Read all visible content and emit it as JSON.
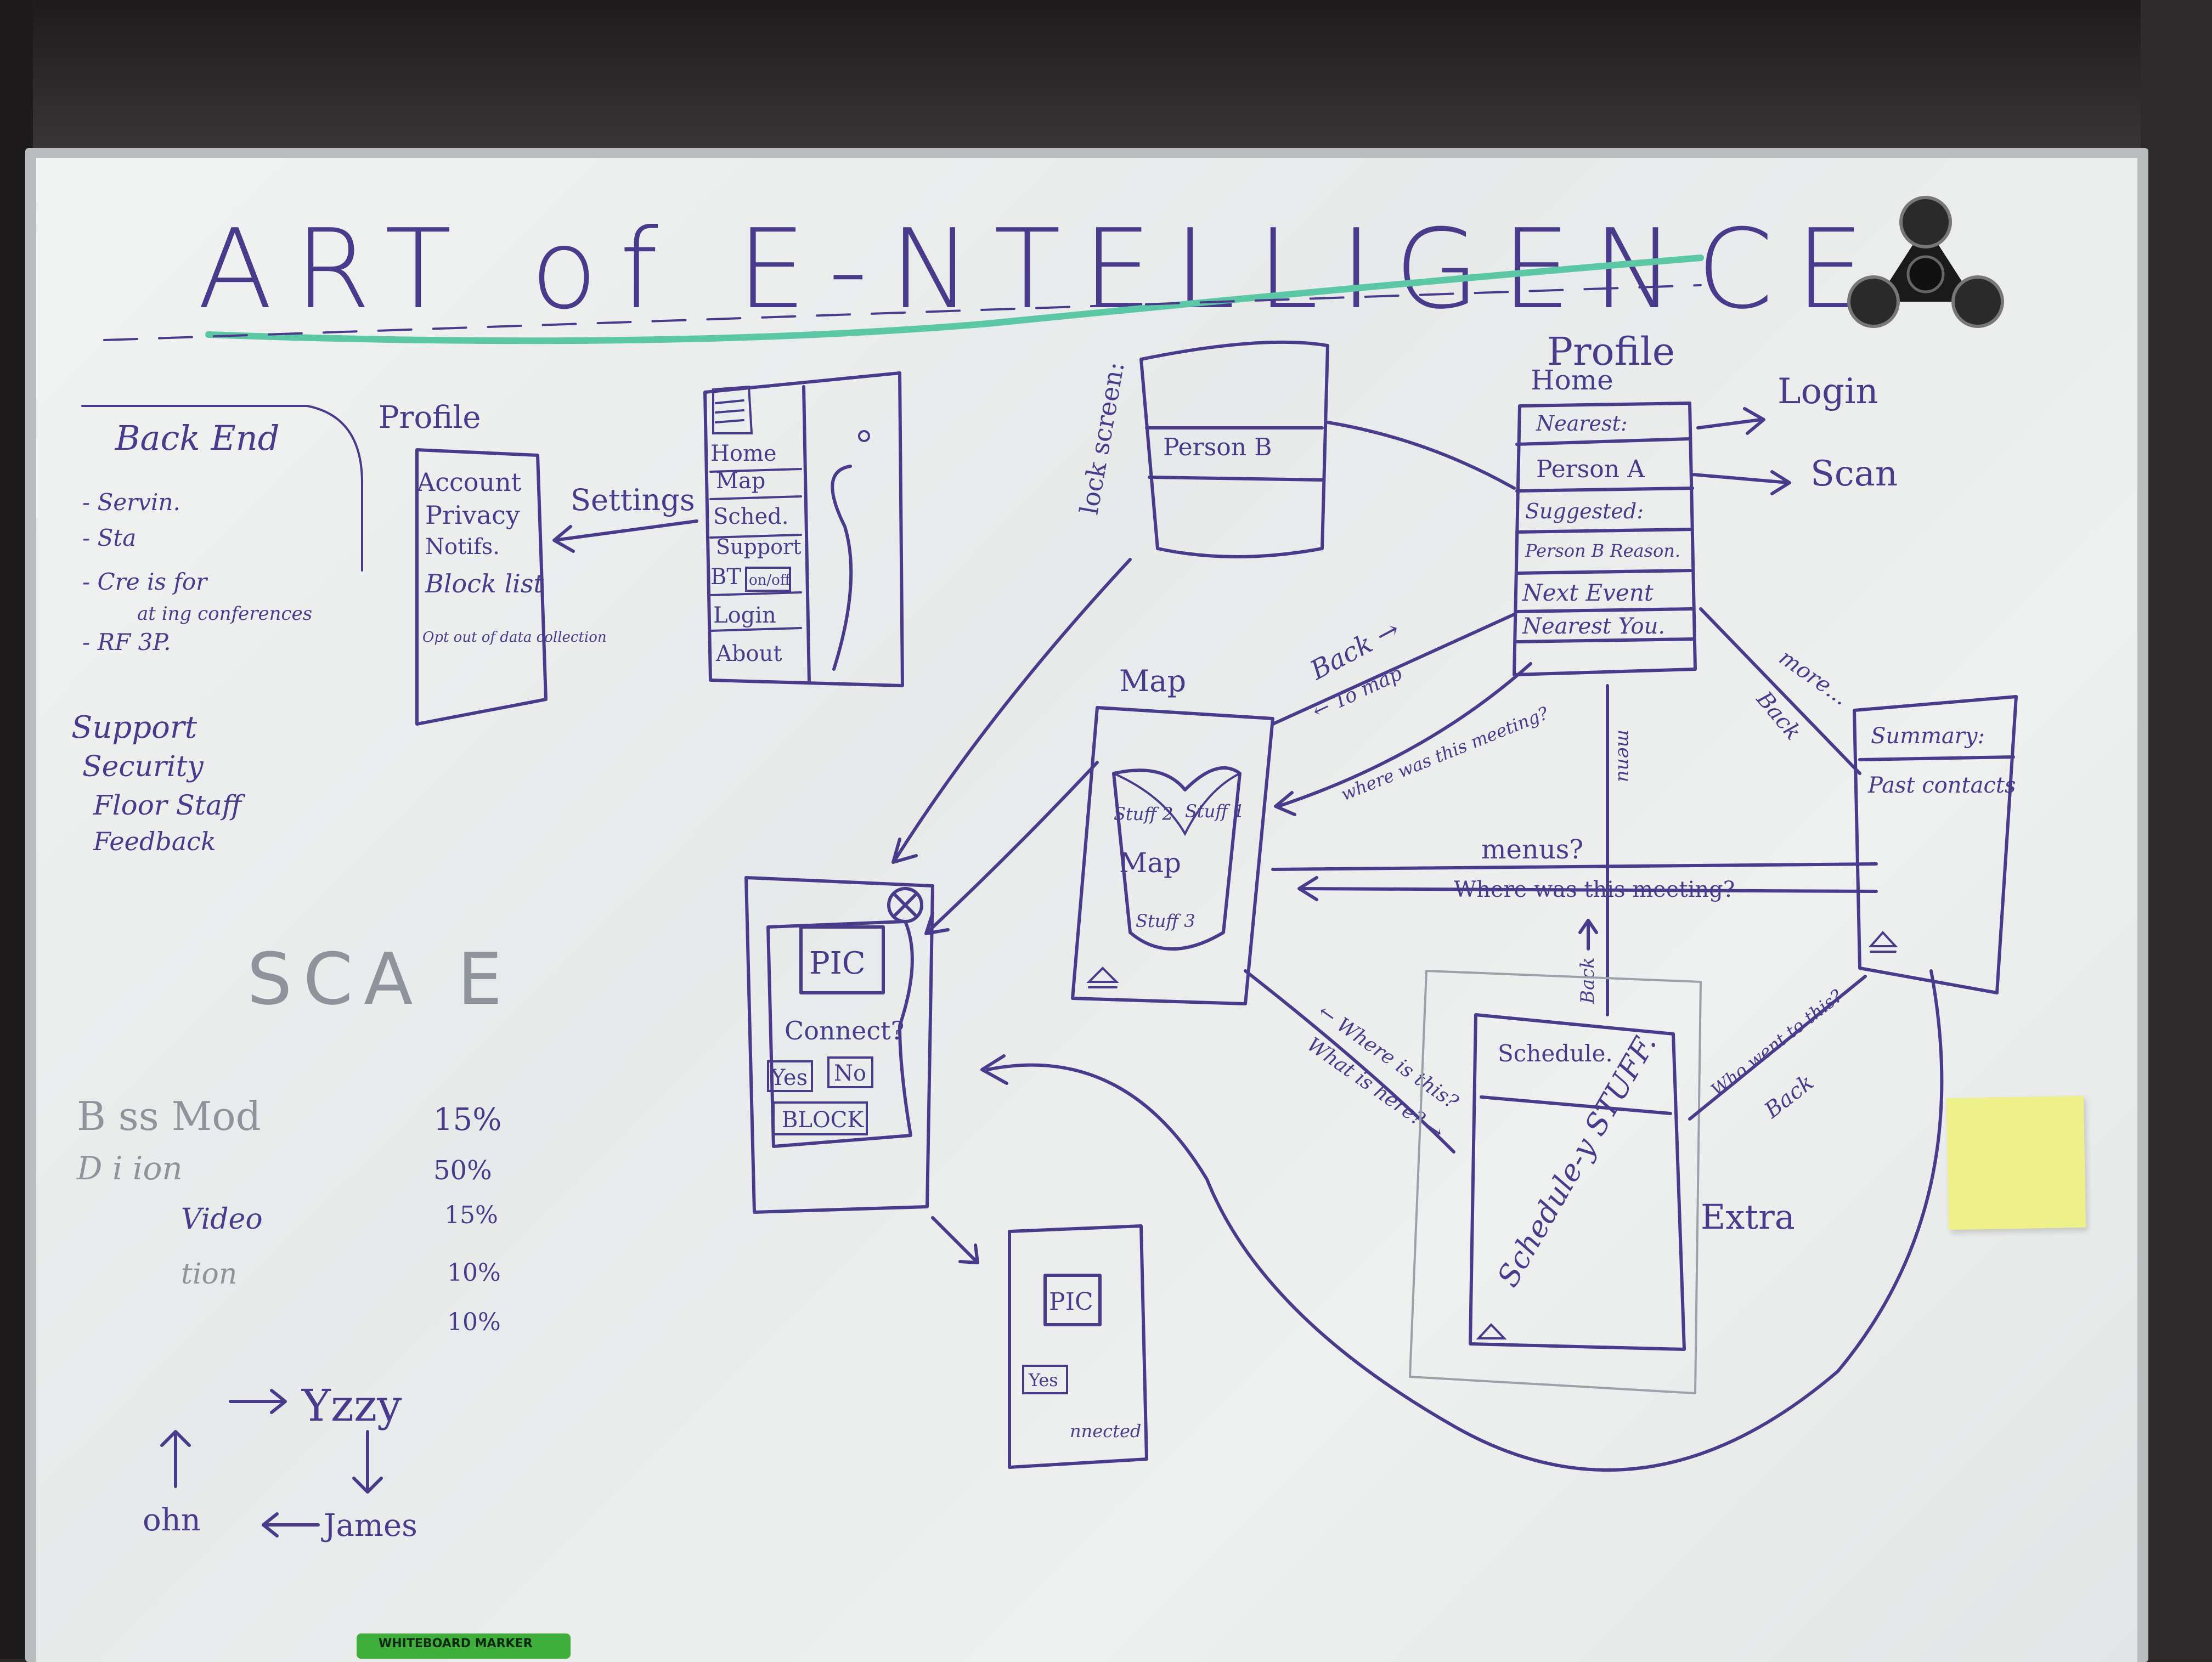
{
  "title": "ART of E-NTELLIGENCE",
  "backend": {
    "heading": "Back End",
    "items": [
      "- Servin.",
      "- Sta",
      "- Cre   is for",
      "at    ing conferences",
      "- RF  3P."
    ]
  },
  "support_list": [
    "Support",
    "Security",
    "Floor Staff",
    "Feedback"
  ],
  "scale_heading": "SCA E",
  "scale_rows": [
    {
      "label": "B     ss Mod",
      "pct": "15%"
    },
    {
      "label": "D    i ion",
      "pct": "50%"
    },
    {
      "label": "  Video",
      "pct": "15%"
    },
    {
      "label": "    tion",
      "pct": "10%"
    },
    {
      "label": "",
      "pct": "10%"
    }
  ],
  "team": {
    "a": "Yzzy",
    "b": "ohn",
    "c": "James"
  },
  "profile_panel": {
    "title": "Profile",
    "items": [
      "Account",
      "Privacy",
      "Notifs.",
      "Block list",
      "Opt out of data collection"
    ]
  },
  "settings_label": "Settings",
  "menu_screen": {
    "items": [
      "Home",
      "Map",
      "Sched.",
      "Support",
      "BT",
      "Login",
      "About"
    ],
    "toggle": "on/off"
  },
  "lock_screen": {
    "label": "lock screen:",
    "person": "Person B"
  },
  "home_screen": {
    "title_top": "Profile",
    "title": "Home",
    "items": [
      "Nearest:",
      "Person A",
      "Suggested:",
      "Person B  Reason.",
      "Next Event",
      "Nearest You."
    ]
  },
  "login": "Login",
  "scan": "Scan",
  "back_to_map": "Back →",
  "to_map": "← To map",
  "where_meeting_q": "where was this meeting?",
  "map_screen": {
    "title": "Map",
    "center": "Map",
    "stuff": [
      "Stuff 2",
      "Stuff 1",
      "Stuff 3"
    ]
  },
  "summary_screen": {
    "items": [
      "Summary:",
      "Past contacts"
    ]
  },
  "more_back": "more...",
  "back_word": "Back",
  "menus_q": "menus?",
  "where_was_this_meeting": "Where was this meeting?",
  "connect_screen": {
    "pic": "PIC",
    "prompt": "Connect?",
    "yes": "Yes",
    "no": "No",
    "block": "BLOCK"
  },
  "connected_screen": {
    "pic": "PIC",
    "yes": "Yes",
    "status": "nnected"
  },
  "where_is_this": "← Where is this?",
  "what_is_here": "What is here? →",
  "schedule_screen": {
    "title": "Schedule.",
    "body": "Schedule-y STUFF."
  },
  "who_went": "Who went to this?",
  "extra": "Extra",
  "menu_vert": "menu",
  "back_vert": "Back",
  "marker_label": "WHITEBOARD MARKER"
}
